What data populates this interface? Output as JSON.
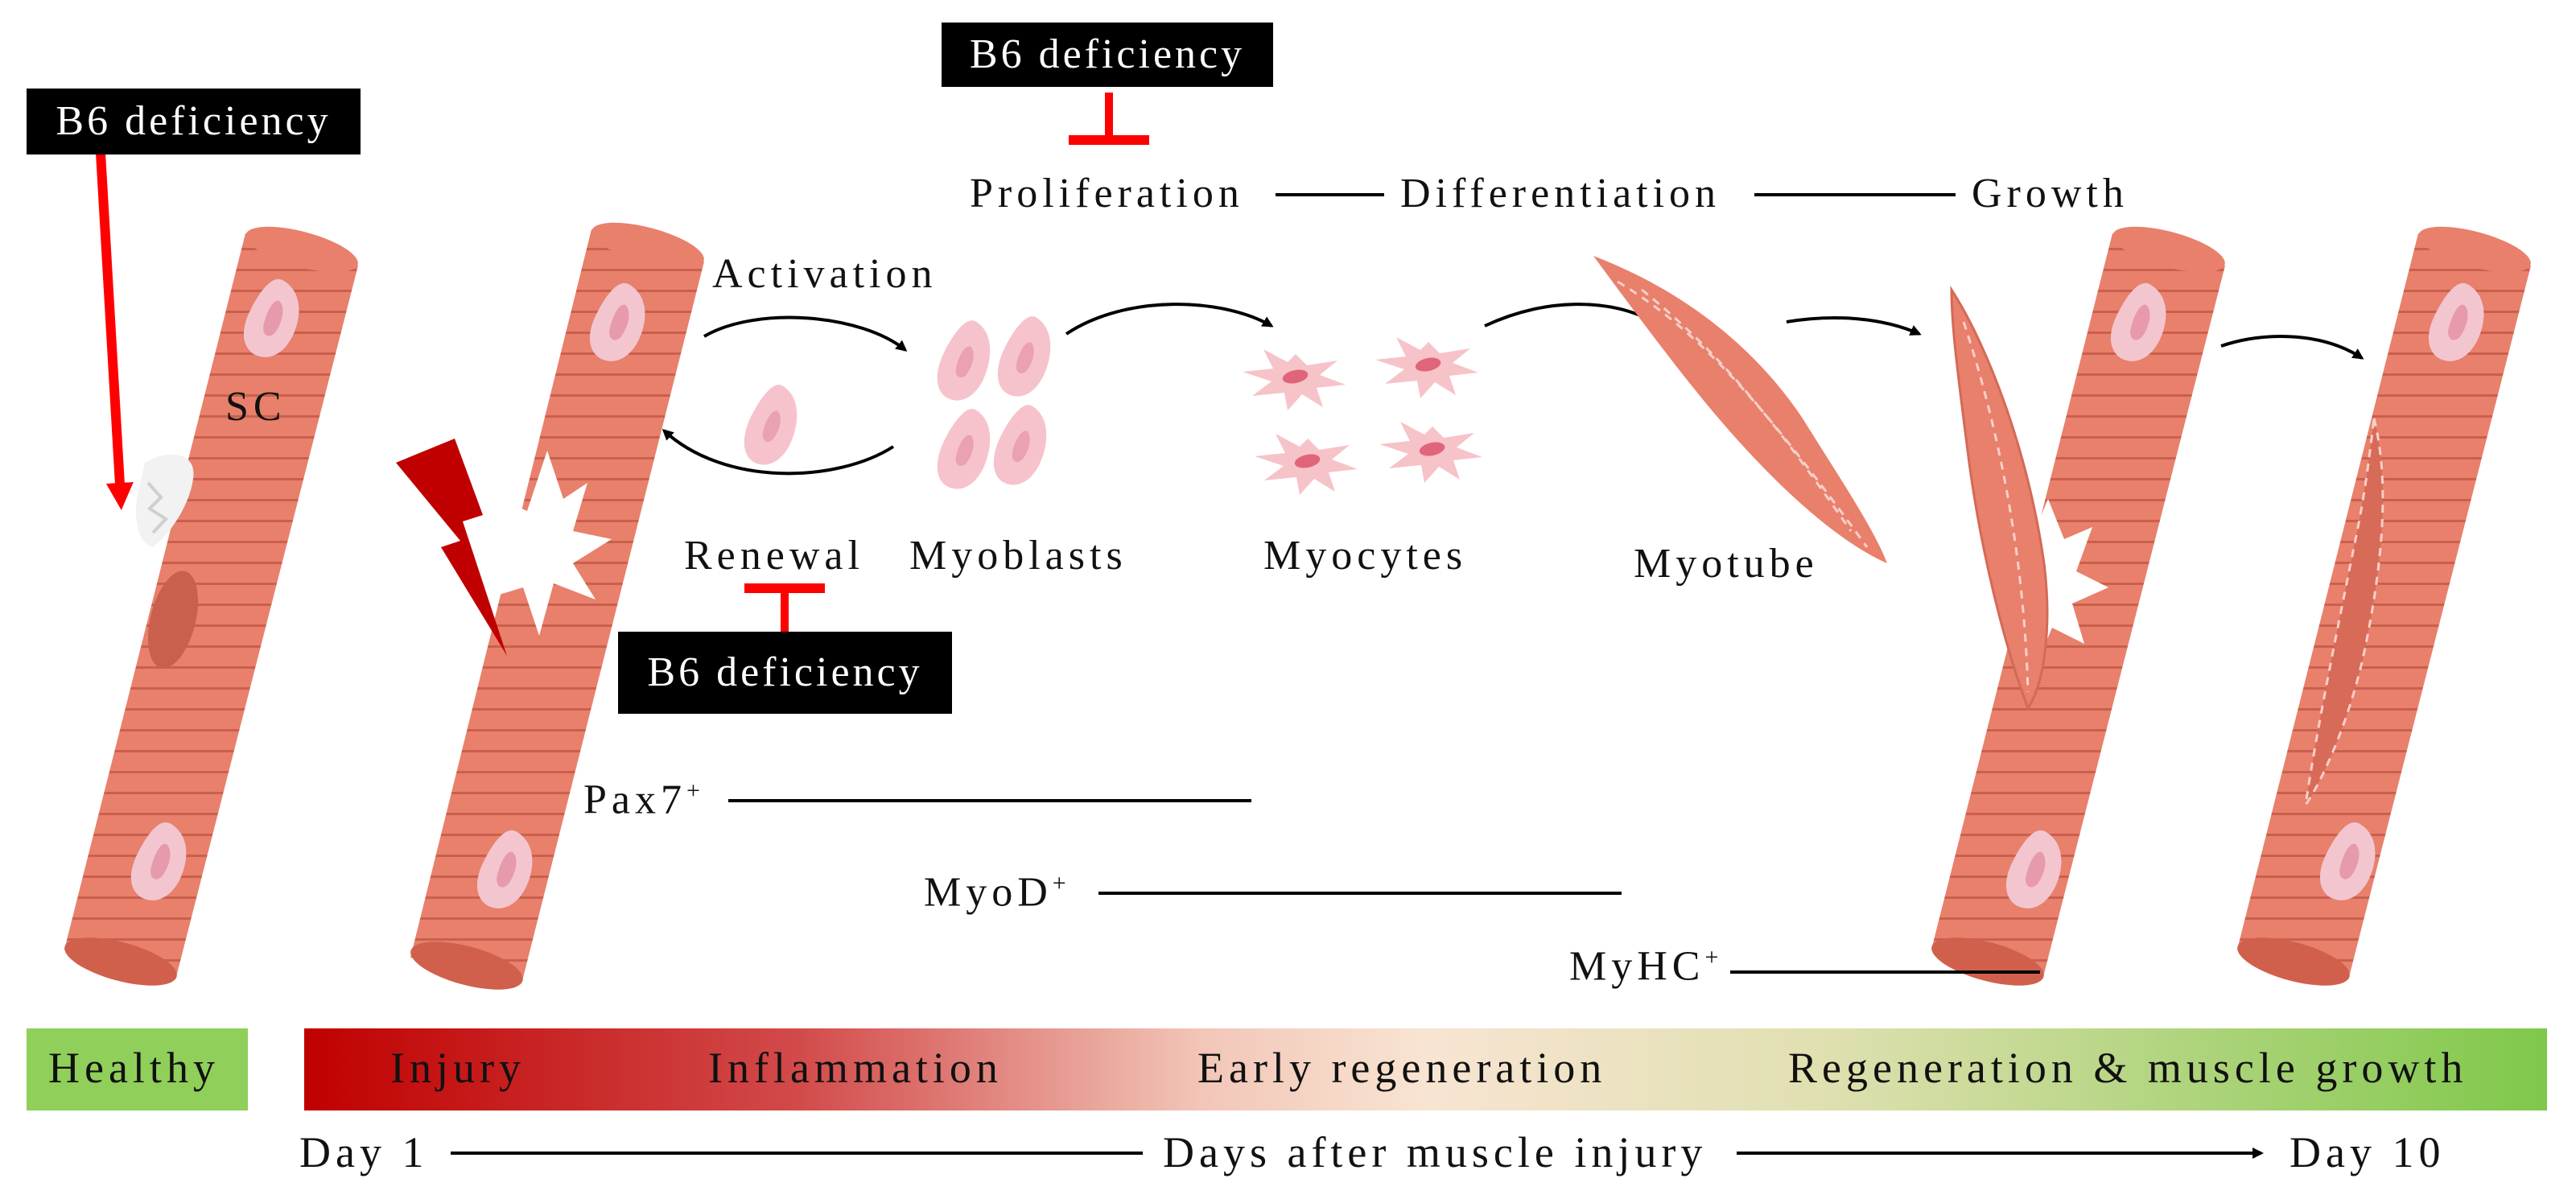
{
  "badges": {
    "left": "B6 deficiency",
    "top": "B6 deficiency",
    "mid": "B6 deficiency"
  },
  "labels": {
    "sc": "SC",
    "activation": "Activation",
    "renewal": "Renewal",
    "myoblasts": "Myoblasts",
    "myocytes": "Myocytes",
    "myotube": "Myotube",
    "proliferation": "Proliferation",
    "differentiation": "Differentiation",
    "growth": "Growth"
  },
  "markers": [
    {
      "name": "Pax7",
      "sup": "+"
    },
    {
      "name": "MyoD",
      "sup": "+"
    },
    {
      "name": "MyHC",
      "sup": "+"
    }
  ],
  "stages": {
    "healthy": "Healthy",
    "injury": "Injury",
    "inflammation": "Inflammation",
    "early": "Early regeneration",
    "regeneration": "Regeneration & muscle growth"
  },
  "timeline": {
    "start": "Day 1",
    "middle": "Days after muscle injury",
    "end": "Day 10"
  },
  "colors": {
    "muscle": "#e8806c",
    "muscle_stripe": "#c9604d",
    "nucleus": "#f3c6cf",
    "nucleus_inner": "#e79aab",
    "inhibit_red": "#ff0000",
    "healthy_green": "#8fcf5a",
    "injury_red": "#c00000",
    "lightning": "#c00000"
  }
}
